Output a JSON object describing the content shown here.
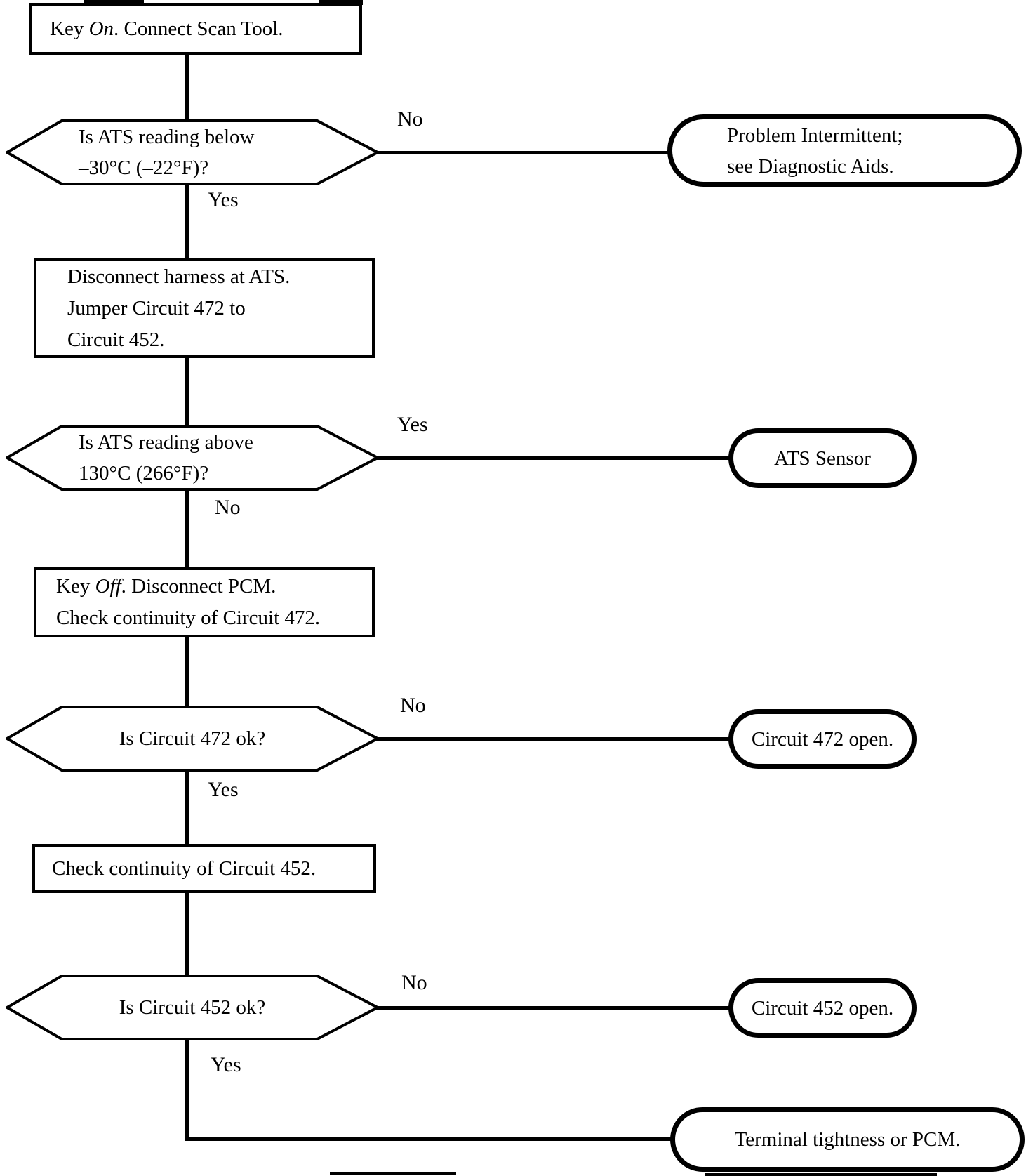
{
  "colors": {
    "ink": "#000000",
    "paper": "#ffffff"
  },
  "diagram": {
    "process1": {
      "text_pre": "Key ",
      "text_italic": "On",
      "text_post": ". Connect Scan Tool."
    },
    "decision1": {
      "line1": "Is ATS reading below",
      "line2": "–30°C (–22°F)?",
      "right_label": "No",
      "down_label": "Yes"
    },
    "terminal1": {
      "line1": "Problem Intermittent;",
      "line2": "see Diagnostic Aids."
    },
    "process2": {
      "line1": "Disconnect harness at ATS.",
      "line2": "Jumper Circuit 472 to",
      "line3": "Circuit 452."
    },
    "decision2": {
      "line1": "Is ATS reading above",
      "line2": "130°C (266°F)?",
      "right_label": "Yes",
      "down_label": "No"
    },
    "terminal2": {
      "text": "ATS Sensor"
    },
    "process3": {
      "text_pre": "Key ",
      "text_italic": "Off",
      "text_post": ". Disconnect PCM.",
      "line2": "Check continuity of Circuit 472."
    },
    "decision3": {
      "text": "Is Circuit 472 ok?",
      "right_label": "No",
      "down_label": "Yes"
    },
    "terminal3": {
      "text": "Circuit 472 open."
    },
    "process4": {
      "text": "Check continuity of Circuit 452."
    },
    "decision4": {
      "text": "Is Circuit 452 ok?",
      "right_label": "No",
      "down_label": "Yes"
    },
    "terminal4": {
      "text": "Circuit 452 open."
    },
    "terminal5": {
      "text": "Terminal tightness or PCM."
    }
  }
}
